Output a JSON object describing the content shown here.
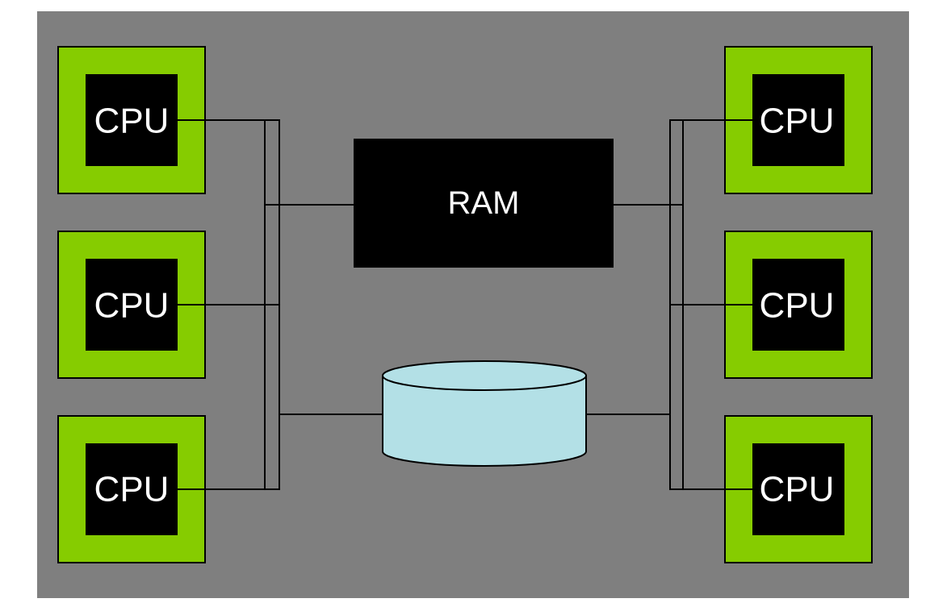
{
  "colors": {
    "background": "#7f7f7f",
    "cpu_frame": "#86cc00",
    "cpu_core": "#000000",
    "ram_fill": "#000000",
    "disk_fill": "#b3e0e6",
    "label_color": "#ffffff"
  },
  "cpus": [
    {
      "label": "CPU"
    },
    {
      "label": "CPU"
    },
    {
      "label": "CPU"
    },
    {
      "label": "CPU"
    },
    {
      "label": "CPU"
    },
    {
      "label": "CPU"
    }
  ],
  "ram": {
    "label": "RAM"
  },
  "disk": {
    "icon": "disk-cylinder-icon"
  }
}
